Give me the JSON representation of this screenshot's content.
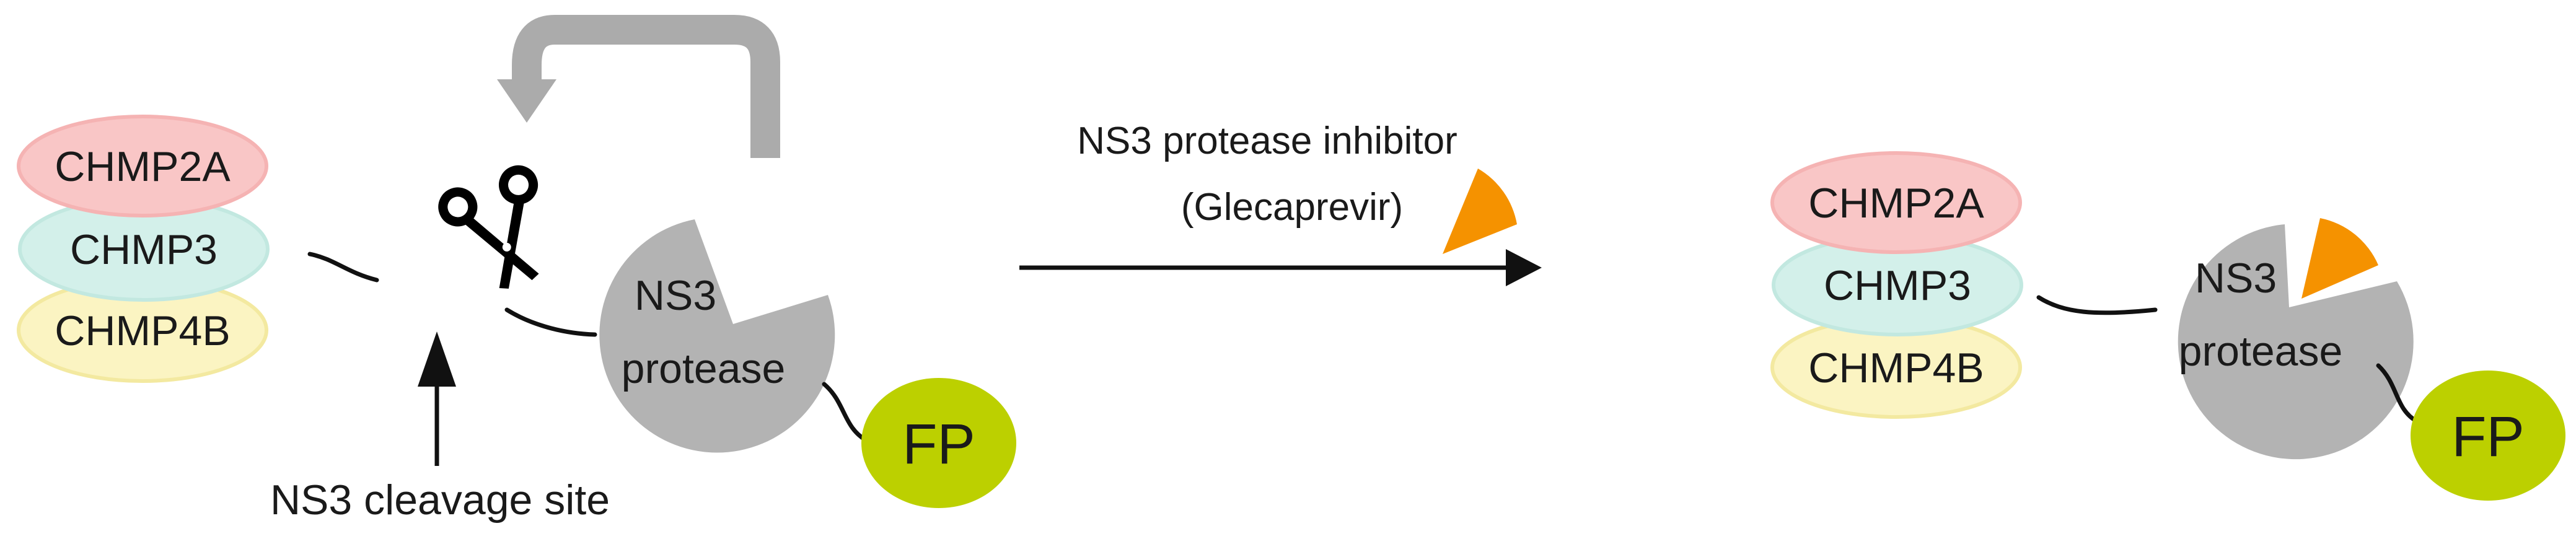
{
  "left_complex": {
    "chmp2a": "CHMP2A",
    "chmp3": "CHMP3",
    "chmp4b": "CHMP4B",
    "ns3_line1": "NS3",
    "ns3_line2": "protease",
    "fp": "FP",
    "cleavage_label": "NS3 cleavage site"
  },
  "inhibitor": {
    "line1": "NS3 protease inhibitor",
    "line2": "(Glecaprevir)"
  },
  "right_complex": {
    "chmp2a": "CHMP2A",
    "chmp3": "CHMP3",
    "chmp4b": "CHMP4B",
    "ns3_line1": "NS3",
    "ns3_line2": "protease",
    "fp": "FP"
  },
  "colors": {
    "chmp2a": "#f9c6c6",
    "chmp2a_edge": "#f5b3b3",
    "chmp3": "#d3f0ea",
    "chmp3_edge": "#c2e8e0",
    "chmp4b": "#fbf4c2",
    "chmp4b_edge": "#f3e9a0",
    "ns3": "#b3b3b3",
    "fp": "#bcd000",
    "inhibitor": "#f59200",
    "feedback_arrow": "#ababab",
    "line": "#111111"
  },
  "icons": {
    "cut": "scissors-icon"
  }
}
